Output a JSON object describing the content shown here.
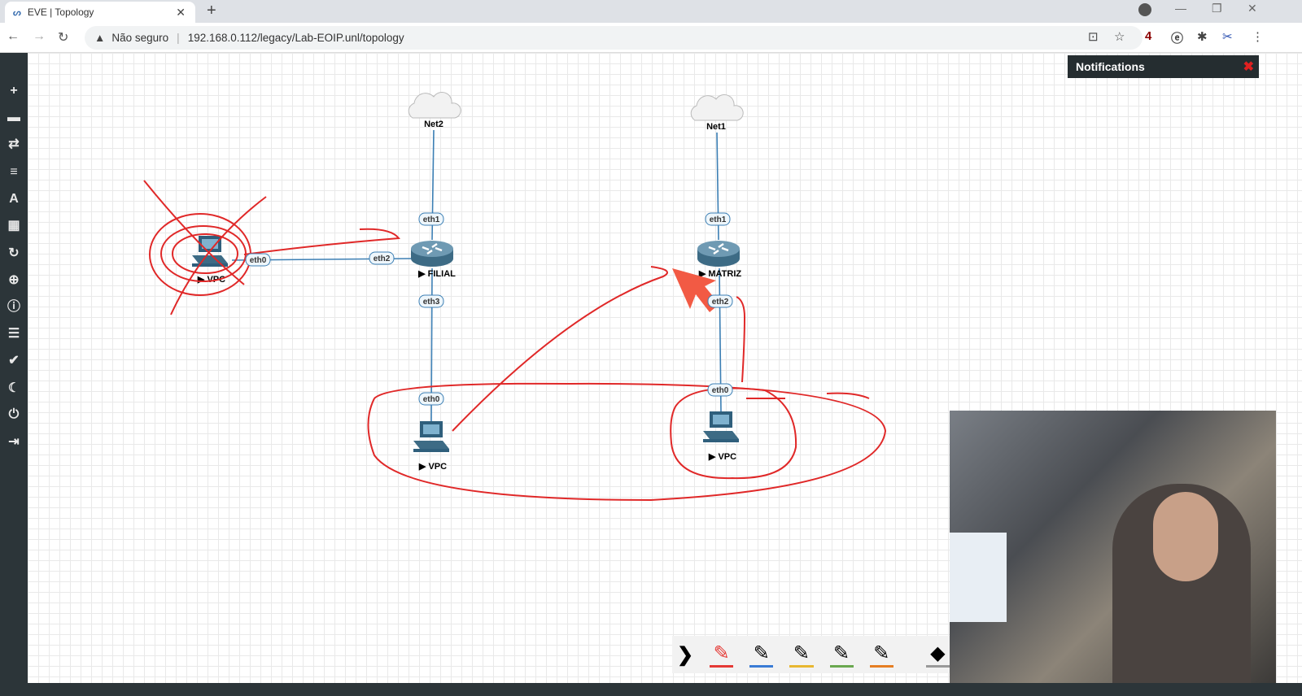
{
  "browser": {
    "tab_title": "EVE | Topology",
    "tab_logo": "eve-logo-icon",
    "security_label": "Não seguro",
    "url": "192.168.0.112/legacy/Lab-EOIP.unl/topology",
    "extension_badge": "4"
  },
  "sidebar": {
    "items": [
      "add-icon",
      "nodes-icon",
      "networks-icon",
      "startup-configs-icon",
      "text-icon",
      "status-icon",
      "refresh-icon",
      "zoom-icon",
      "info-icon",
      "lab-details-icon",
      "checklist-icon",
      "dark-mode-icon",
      "power-icon",
      "logout-icon"
    ]
  },
  "notifications": {
    "title": "Notifications",
    "close": "✖"
  },
  "topology": {
    "nodes": [
      {
        "id": "net2",
        "label": "Net2",
        "type": "cloud"
      },
      {
        "id": "net1",
        "label": "Net1",
        "type": "cloud"
      },
      {
        "id": "filial",
        "label": "FILIAL",
        "type": "router"
      },
      {
        "id": "matriz",
        "label": "MATRIZ",
        "type": "router"
      },
      {
        "id": "vpc1",
        "label": "VPC",
        "type": "vpc"
      },
      {
        "id": "vpc2",
        "label": "VPC",
        "type": "vpc"
      },
      {
        "id": "vpc3",
        "label": "VPC",
        "type": "vpc"
      }
    ],
    "interfaces": {
      "filial_eth1": "eth1",
      "filial_eth2": "eth2",
      "filial_eth3": "eth3",
      "vpc1_eth0": "eth0",
      "vpc2_eth0": "eth0",
      "matriz_eth1": "eth1",
      "matriz_eth2": "eth2",
      "vpc3_eth0": "eth0"
    }
  },
  "annotation_toolbar": {
    "expand": "❯",
    "pen_colors": [
      "#e53935",
      "#3a7bd5",
      "#e8b730",
      "#6aa84f",
      "#e67e22"
    ]
  }
}
